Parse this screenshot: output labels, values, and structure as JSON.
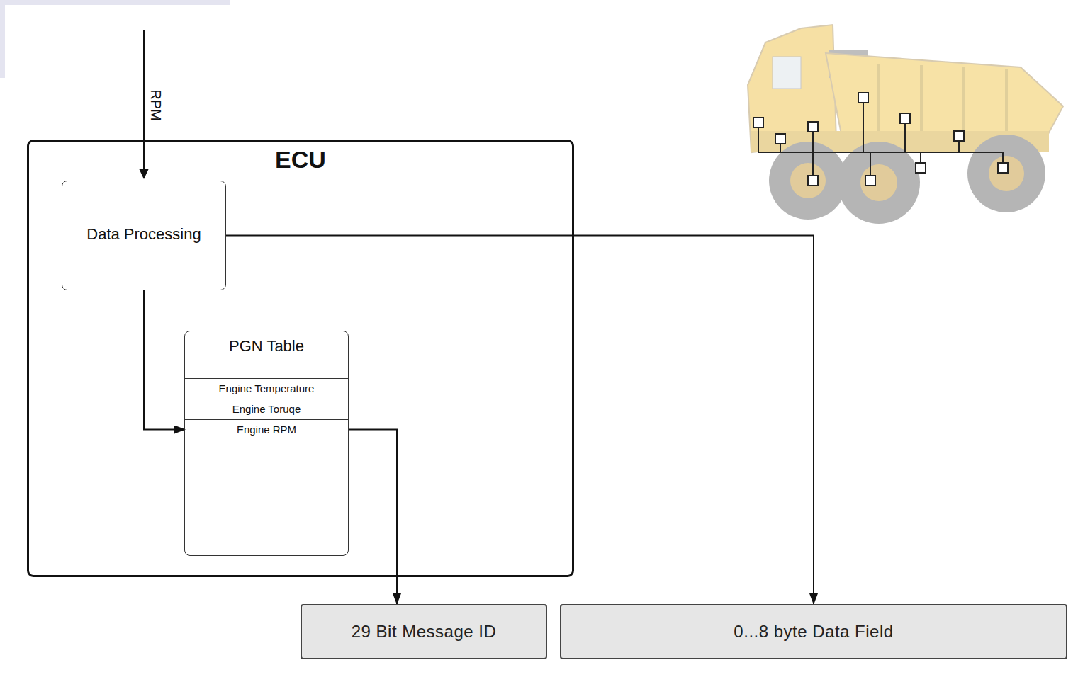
{
  "diagram": {
    "nodes": [
      {
        "text": [
          "ECU"
        ]
      },
      {
        "text": [
          "Data Processing"
        ],
        "in": 0
      },
      {
        "text": [
          "PGN Table"
        ],
        "in": 0
      },
      {
        "text": [
          "Engine Temperature"
        ],
        "in": 2
      },
      {
        "text": [
          "Engine Toruqe"
        ],
        "in": 2
      },
      {
        "text": [
          "Engine RPM"
        ],
        "in": 2
      },
      {
        "text": [
          "29 Bit Message ID"
        ]
      },
      {
        "text": [
          "0...8 byte Data Field"
        ]
      }
    ],
    "edges": [
      {
        "from": 1,
        "to": 5,
        "arrow": "to"
      },
      {
        "from": 5,
        "to": 6,
        "arrow": "to"
      },
      {
        "from": 1,
        "to": 7,
        "arrow": "to"
      }
    ],
    "labels": [
      "RPM"
    ]
  }
}
